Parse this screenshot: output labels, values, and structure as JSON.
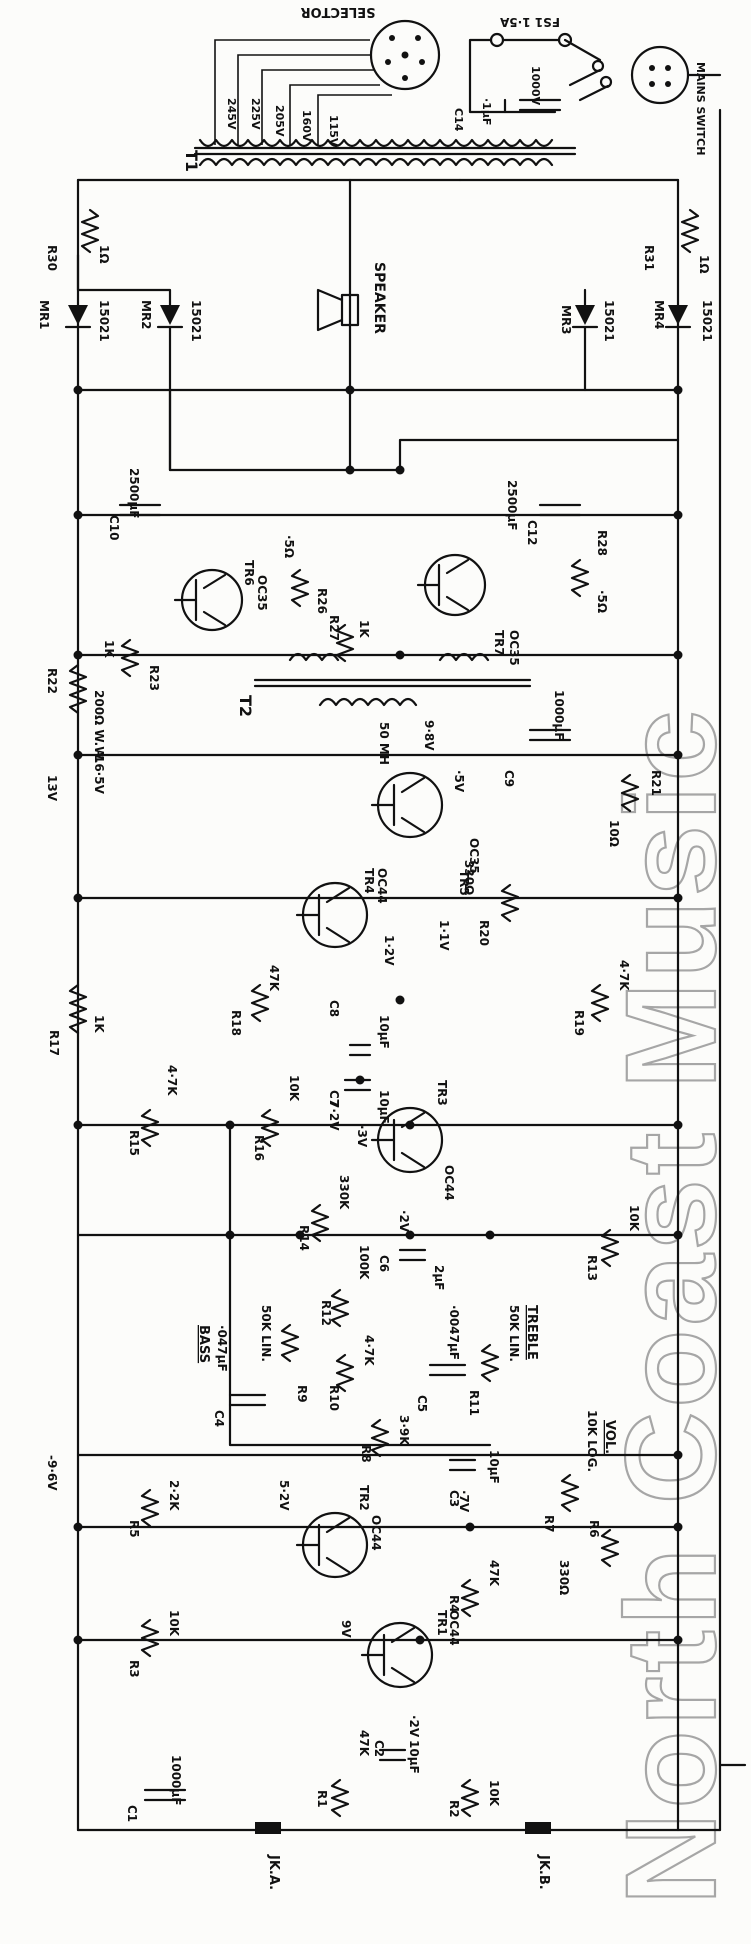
{
  "watermark": "North Coast Music",
  "rails": {
    "v96": "-9·6V",
    "v13": "13V",
    "v165": "-16·5V"
  },
  "jacks": {
    "a": "JK.A.",
    "b": "JK.B."
  },
  "transformers": {
    "t1": "T1",
    "t2": "T2"
  },
  "selector": {
    "title": "SELECTOR",
    "taps": [
      "245V",
      "225V",
      "205V",
      "160V",
      "115V"
    ],
    "fuse": "FS1 1·5A",
    "cap_ref": "C14",
    "cap_value": "·1µF",
    "cap_rating": "1000V",
    "switch": "MAINS SWITCH"
  },
  "speaker": "SPEAKER",
  "components": {
    "c1": "C1",
    "c1v": "1000µF",
    "r1": "R1",
    "r1v": "47K",
    "r2": "R2",
    "r2v": "10K",
    "c2": "C2",
    "c2v": "10µF",
    "tr1": "TR1",
    "tr1t": "OC44",
    "r3": "R3",
    "r3v": "10K",
    "r4": "R4",
    "r4v": "47K",
    "r5": "R5",
    "r5v": "2·2K",
    "tr2": "TR2",
    "tr2t": "OC44",
    "r6": "R6",
    "r6v": "330Ω",
    "r7": "R7",
    "r7v": "10K LOG.",
    "r7n": "VOL.",
    "c3": "C3",
    "c3v": "10µF",
    "c4": "C4",
    "c4v": "·047µF",
    "c4n": "BASS",
    "r8": "R8",
    "r8v": "3·9K",
    "r9": "R9",
    "r9v": "50K LIN.",
    "r10": "R10",
    "r10v": "4·7K",
    "r11": "R11",
    "r11v": "50K LIN.",
    "r11n": "TREBLE",
    "c5": "C5",
    "c5v": "·0047µF",
    "r12": "R12",
    "r12v": "100K",
    "c6": "C6",
    "c6v": "2µF",
    "r13": "R13",
    "r13v": "10K",
    "r14": "R14",
    "r14v": "330K",
    "r15": "R15",
    "r15v": "4·7K",
    "r16": "R16",
    "r16v": "10K",
    "tr3": "TR3",
    "tr3t": "OC44",
    "c7": "C7",
    "c7v": "10µF",
    "r17": "R17",
    "r17v": "1K",
    "c8": "C8",
    "c8v": "10µF",
    "r18": "R18",
    "r18v": "47K",
    "r19": "R19",
    "r19v": "4·7K",
    "tr4": "TR4",
    "tr4t": "OC44",
    "r20": "R20",
    "r20v": "330Ω",
    "tr5": "TR5",
    "tr5t": "OC35",
    "r21": "R21",
    "r21v": "10Ω",
    "c9": "C9",
    "c9v": "1000µF",
    "choke": "50 MH",
    "r22": "R22",
    "r22v": "200Ω W.W.",
    "r23": "R23",
    "r23v": "1K",
    "tr6": "TR6",
    "tr6t": "OC35",
    "r26": "R26",
    "r26v": "·5Ω",
    "r27": "R27",
    "r27v": "1K",
    "tr7": "TR7",
    "tr7t": "OC35",
    "r28": "R28",
    "r28v": "·5Ω",
    "c10": "C10",
    "c10v": "2500µF",
    "c12": "C12",
    "c12v": "2500µF",
    "mr1": "MR1",
    "mr2": "MR2",
    "mr3": "MR3",
    "mr4": "MR4",
    "mrt": "15021",
    "r30": "R30",
    "r30v": "1Ω",
    "r31": "R31",
    "r31v": "1Ω"
  },
  "voltages": {
    "tr1_c": "9V",
    "tr1_b": "·2V",
    "tr2_c": "5·2V",
    "tr2_e": "·7V",
    "c6_node": "·2V",
    "tr3_c": "7·2V",
    "tr3_e": "·3V",
    "tr4_b": "1·2V",
    "tr4_e": "1·1V",
    "tr5_e": "·5V",
    "choke_tap": "9·8V"
  }
}
